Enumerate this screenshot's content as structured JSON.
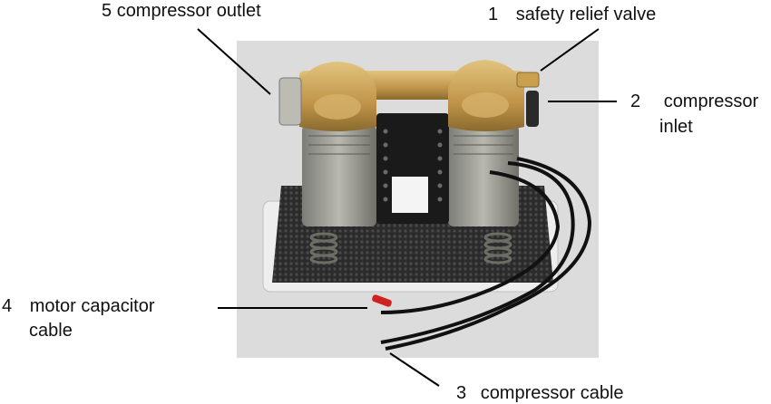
{
  "labels": {
    "outlet": {
      "number": "5",
      "text": "compressor outlet"
    },
    "relief": {
      "number": "1",
      "text": "safety relief valve"
    },
    "inlet": {
      "number": "2",
      "line1": "compressor",
      "line2": "inlet"
    },
    "capacitor": {
      "number": "4",
      "line1": "motor capacitor",
      "line2": "cable"
    },
    "cable": {
      "number": "3",
      "text": "compressor cable"
    }
  },
  "colors": {
    "head": "#c9a25a",
    "body": "#9a9a92",
    "mat": "#2d2d2d",
    "base": "#ececec",
    "cable": "#111111",
    "red_wire": "#d02020",
    "leader": "#000000"
  }
}
